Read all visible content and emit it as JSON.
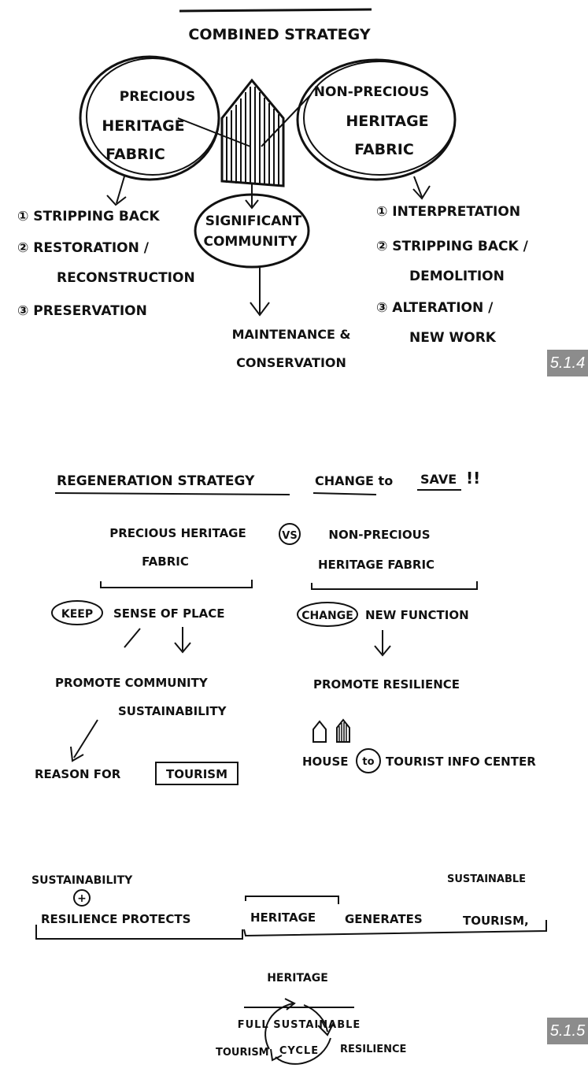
{
  "sketch1": {
    "title": "COMBINED STRATEGY",
    "left_circle": [
      "PRECIOUS",
      "HERITAGE",
      "FABRIC"
    ],
    "right_circle": [
      "NON-PRECIOUS",
      "HERITAGE",
      "FABRIC"
    ],
    "center_circle": [
      "SIGNIFICANT",
      "COMMUNITY"
    ],
    "left_list": [
      "① STRIPPING BACK",
      "② RESTORATION /",
      "RECONSTRUCTION",
      "③ PRESERVATION"
    ],
    "right_list": [
      "① INTERPRETATION",
      "② STRIPPING BACK /",
      "DEMOLITION",
      "③ ALTERATION /",
      "NEW WORK"
    ],
    "center_result": [
      "MAINTENANCE &",
      "CONSERVATION"
    ]
  },
  "sketch2": {
    "title": "REGENERATION STRATEGY",
    "slogan_prefix": "CHANGE to",
    "slogan_word": "SAVE",
    "slogan_suffix": "!!",
    "left_head": [
      "PRECIOUS HERITAGE",
      "FABRIC"
    ],
    "vs": "VS",
    "right_head": [
      "NON-PRECIOUS",
      "HERITAGE FABRIC"
    ],
    "keep": "KEEP",
    "keep_rest": "SENSE OF PLACE",
    "change": "CHANGE",
    "change_rest": "NEW FUNCTION",
    "promote_left": [
      "PROMOTE COMMUNITY",
      "SUSTAINABILITY"
    ],
    "promote_right": "PROMOTE RESILIENCE",
    "reason_prefix": "REASON FOR",
    "reason_box": "TOURISM",
    "house_prefix": "HOUSE",
    "house_to": "to",
    "house_suffix": "TOURIST INFO CENTER",
    "sust": "SUSTAINABILITY",
    "plus": "+",
    "sentence": [
      "RESILIENCE PROTECTS",
      "HERITAGE",
      "GENERATES",
      "TOURISM,"
    ],
    "sustainable": "SUSTAINABLE",
    "cycle_top": "HERITAGE",
    "cycle_left": "TOURISM",
    "cycle_right": "RESILIENCE",
    "cycle_caption": [
      "FULL SUSTAINABLE",
      "CYCLE"
    ]
  },
  "tags": [
    "5.1.4",
    "5.1.5"
  ]
}
